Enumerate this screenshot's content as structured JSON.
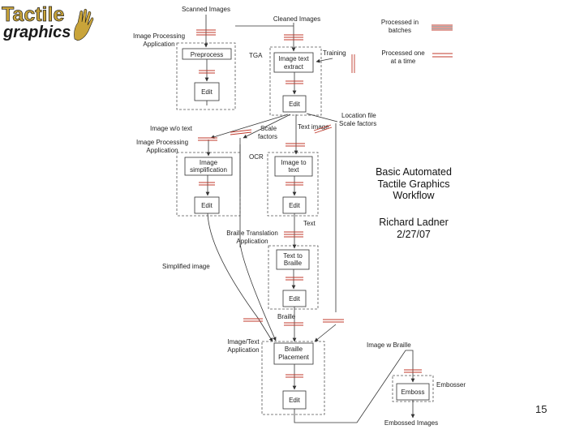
{
  "diagram": {
    "title_lines": [
      "Basic Automated",
      "Tactile Graphics",
      "Workflow"
    ],
    "author": "Richard Ladner",
    "date": "2/27/07",
    "page_number": "15",
    "legend": {
      "batches": "Processed in batches",
      "one_at_a_time": "Processed one at a time"
    },
    "apps": {
      "image_processing_1": "Image Processing Application",
      "tga": "TGA",
      "image_processing_2": "Image Processing Application",
      "ocr": "OCR",
      "braille_translation": "Braille Translation Application",
      "image_text": "Image/Text Application",
      "embosser": "Embosser"
    },
    "boxes": {
      "preprocess": "Preprocess",
      "edit1": "Edit",
      "image_text_extract": "Image text extract",
      "edit2": "Edit",
      "image_simplification": "Image simplification",
      "edit3": "Edit",
      "image_to_text": "Image to text",
      "edit4": "Edit",
      "text_to_braille": "Text to Braille",
      "edit5": "Edit",
      "braille_placement": "Braille Placement",
      "edit6": "Edit",
      "emboss": "Emboss"
    },
    "flow_labels": {
      "scanned_images": "Scanned Images",
      "cleaned_images": "Cleaned Images",
      "training": "Training",
      "location_file": "Location file",
      "scale_factors_right": "Scale factors",
      "image_wo_text": "Image w/o text",
      "scale_factors": "Scale factors",
      "text_image": "Text image",
      "text": "Text",
      "simplified_image": "Simplified image",
      "braille": "Braille",
      "image_w_braille": "Image w Braille",
      "embossed_images": "Embossed Images"
    }
  },
  "logo": {
    "line1": "Tactile",
    "line2": "graphics",
    "colors": {
      "gold": "#c9a43a",
      "dark": "#1a1a1a"
    }
  },
  "colors": {
    "batch_bar": "#c0392b",
    "line": "#333333",
    "dash": "#555555"
  }
}
